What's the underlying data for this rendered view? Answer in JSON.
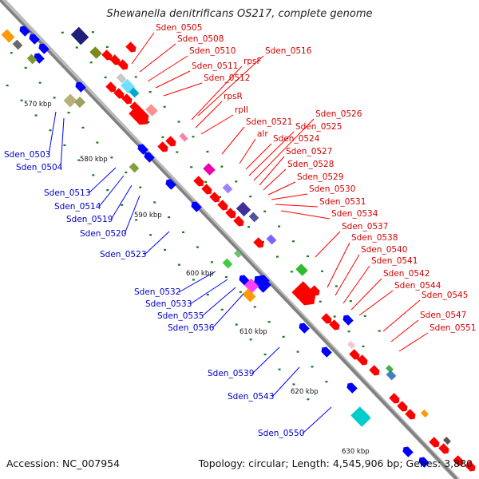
{
  "title": "Shewanella denitrificans OS217, complete genome",
  "accession": "Accession: NC_007954",
  "summary": "Topology: circular; Length: 4,545,906 bp; Genes: 3,880",
  "colors": {
    "forward": "#ff0000",
    "reverse": "#0000ff",
    "backbone": "#888888",
    "dots": "#1a7a1a"
  },
  "kbp_labels": [
    "570 kbp",
    "580 kbp",
    "590 kbp",
    "600 kbp",
    "610 kbp",
    "620 kbp",
    "630 kbp"
  ],
  "red_labels": [
    "Sden_0505",
    "Sden_0508",
    "Sden_0510",
    "Sden_0511",
    "Sden_0512",
    "Sden_0516",
    "rpsF",
    "rpsR",
    "rplI",
    "Sden_0521",
    "alr",
    "Sden_0524",
    "Sden_0525",
    "Sden_0526",
    "Sden_0527",
    "Sden_0528",
    "Sden_0529",
    "Sden_0530",
    "Sden_0531",
    "Sden_0534",
    "Sden_0537",
    "Sden_0538",
    "Sden_0540",
    "Sden_0541",
    "Sden_0542",
    "Sden_0544",
    "Sden_0545",
    "Sden_0547",
    "Sden_0551"
  ],
  "blue_labels": [
    "Sden_0503",
    "Sden_0504",
    "Sden_0513",
    "Sden_0514",
    "Sden_0519",
    "Sden_0520",
    "Sden_0523",
    "Sden_0532",
    "Sden_0533",
    "Sden_0535",
    "Sden_0536",
    "Sden_0539",
    "Sden_0543",
    "Sden_0550"
  ]
}
